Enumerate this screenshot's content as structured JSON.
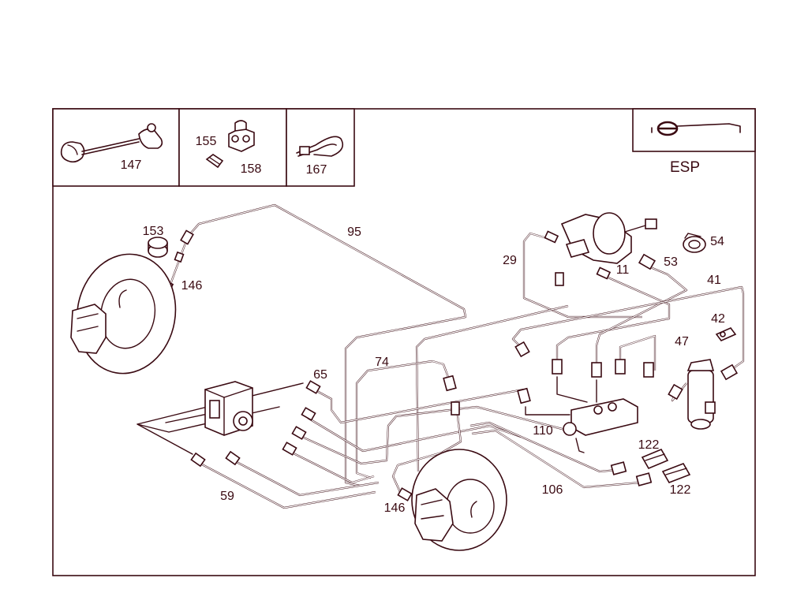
{
  "labels": {
    "p147": "147",
    "p155": "155",
    "p158": "158",
    "p167": "167",
    "p153": "153",
    "p95": "95",
    "p146a": "146",
    "p29": "29",
    "p11": "11",
    "p53": "53",
    "p54": "54",
    "p41": "41",
    "p42": "42",
    "p47": "47",
    "p65": "65",
    "p74": "74",
    "p110": "110",
    "p122a": "122",
    "p122b": "122",
    "p106": "106",
    "p59": "59",
    "p146b": "146"
  },
  "badge": {
    "text": "ESP"
  },
  "colors": {
    "ink": "#3a0a12",
    "background": "#ffffff"
  }
}
